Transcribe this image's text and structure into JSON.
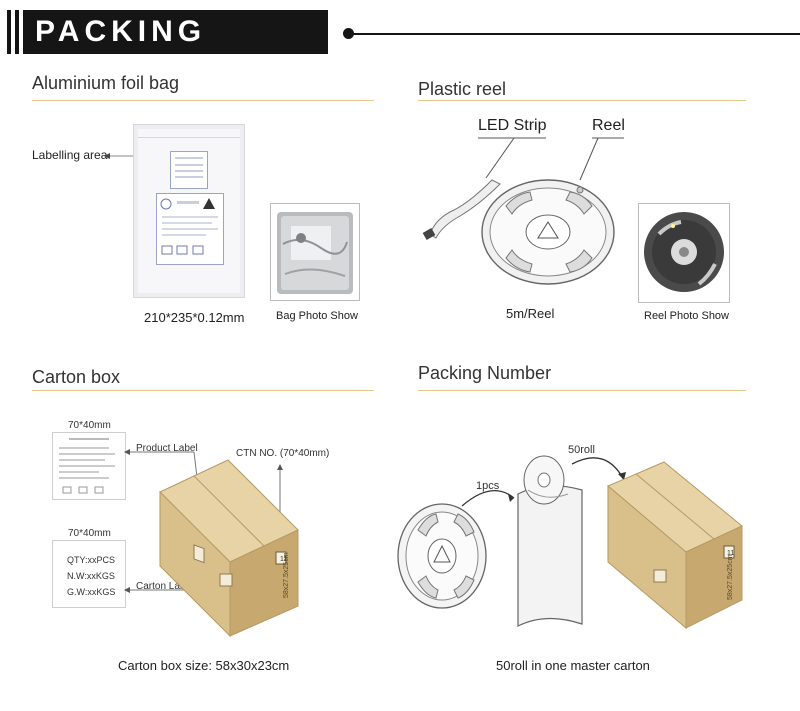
{
  "header": {
    "title": "PACKING"
  },
  "sections": {
    "foil_bag": {
      "title": "Aluminium foil bag",
      "labelling_area": "Labelling area",
      "size_caption": "210*235*0.12mm",
      "photo_caption": "Bag Photo Show"
    },
    "plastic_reel": {
      "title": "Plastic reel",
      "led_strip_label": "LED  Strip",
      "reel_label": "Reel",
      "length_caption": "5m/Reel",
      "photo_caption": "Reel Photo Show"
    },
    "carton_box": {
      "title": "Carton box",
      "label_size_1": "70*40mm",
      "label_size_2": "70*40mm",
      "product_label": "Product Label",
      "ctn_no": "CTN NO. (70*40mm)",
      "carton_lable": "Carton Lable",
      "qty": "QTY:xxPCS",
      "nw": "N.W:xxKGS",
      "gw": "G.W:xxKGS",
      "box_mark": "58x27.5x25cm",
      "size_caption": "Carton box size: 58x30x23cm"
    },
    "packing_number": {
      "title": "Packing Number",
      "pcs_label": "1pcs",
      "roll_label": "50roll",
      "box_mark": "58x27.5x25cm",
      "caption": "50roll in one master carton"
    }
  },
  "colors": {
    "header_bg": "#151515",
    "rule": "#e6c98a",
    "carton_front": "#d9bf8a",
    "carton_top": "#e8d3a6",
    "carton_side": "#c7a86f"
  }
}
